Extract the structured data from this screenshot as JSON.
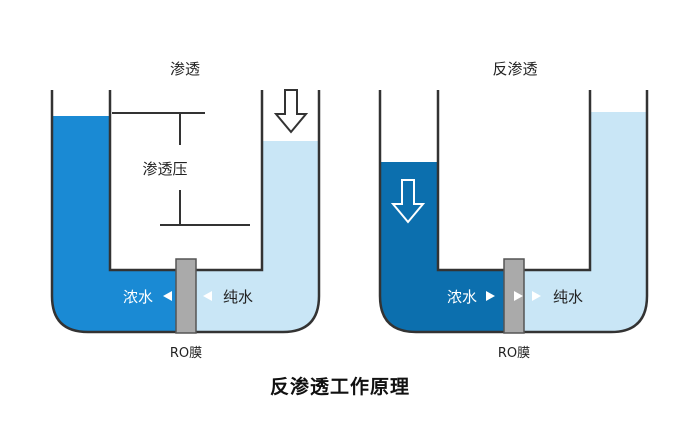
{
  "left_panel": {
    "title": "渗透",
    "pressure_label": "渗透压",
    "concentrated_label": "浓水",
    "pure_label": "纯水",
    "membrane_label": "RO膜"
  },
  "right_panel": {
    "title": "反渗透",
    "concentrated_label": "浓水",
    "pure_label": "纯水",
    "membrane_label": "RO膜"
  },
  "caption": "反渗透工作原理",
  "colors": {
    "concentrated_left": "#1a8ad4",
    "pure_left": "#c9e6f6",
    "concentrated_right": "#0c6fae",
    "pure_right": "#c9e6f6",
    "membrane": "#aaaaaa",
    "tube_stroke": "#333333"
  },
  "icons": [
    "down-arrow-icon",
    "left-arrow-icon",
    "right-arrow-icon"
  ]
}
